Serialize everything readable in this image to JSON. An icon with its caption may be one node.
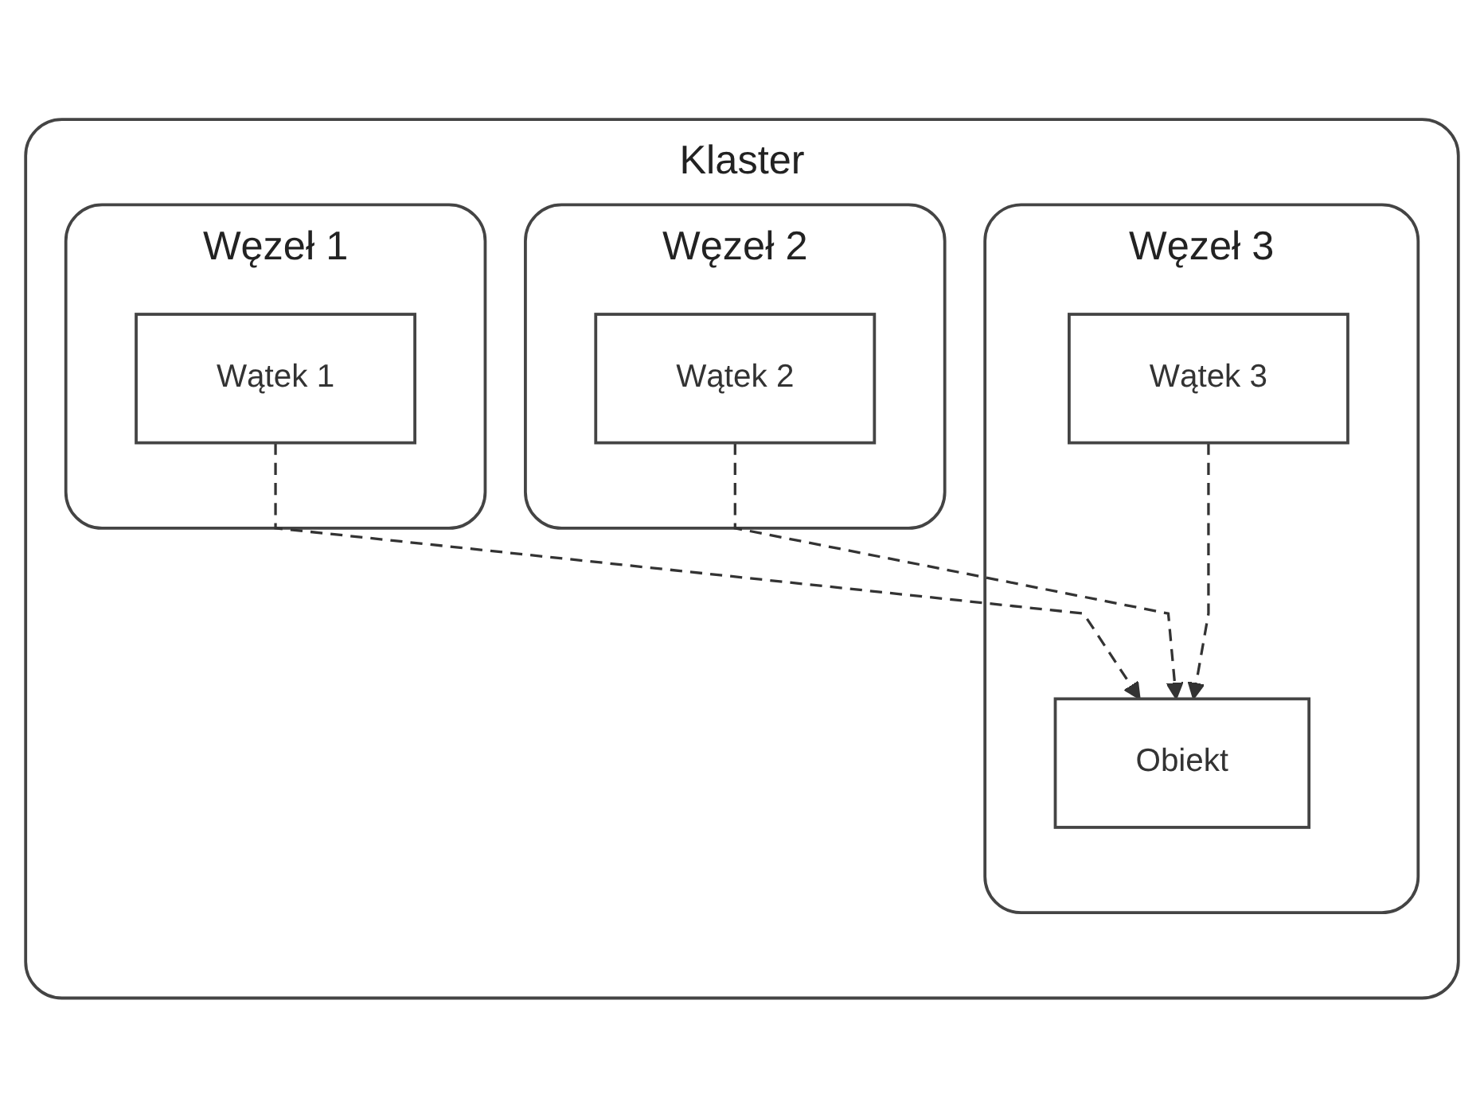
{
  "diagram": {
    "nodes": [
      {
        "text": [
          "Klaster"
        ]
      },
      {
        "text": [
          "Węzeł 1"
        ],
        "in": 0
      },
      {
        "text": [
          "Wątek 1"
        ],
        "in": 1
      },
      {
        "text": [
          "Węzeł 2"
        ],
        "in": 0
      },
      {
        "text": [
          "Wątek 2"
        ],
        "in": 3
      },
      {
        "text": [
          "Węzeł 3"
        ],
        "in": 0
      },
      {
        "text": [
          "Obiekt"
        ],
        "in": 5
      },
      {
        "text": [
          "Wątek 3"
        ],
        "in": 5
      }
    ],
    "edges": [
      {
        "from": 2,
        "to": 6,
        "arrow": "to",
        "style": "dashed"
      },
      {
        "from": 4,
        "to": 6,
        "arrow": "to",
        "style": "dashed"
      },
      {
        "from": 7,
        "to": 6,
        "arrow": "to",
        "style": "dashed"
      }
    ]
  }
}
